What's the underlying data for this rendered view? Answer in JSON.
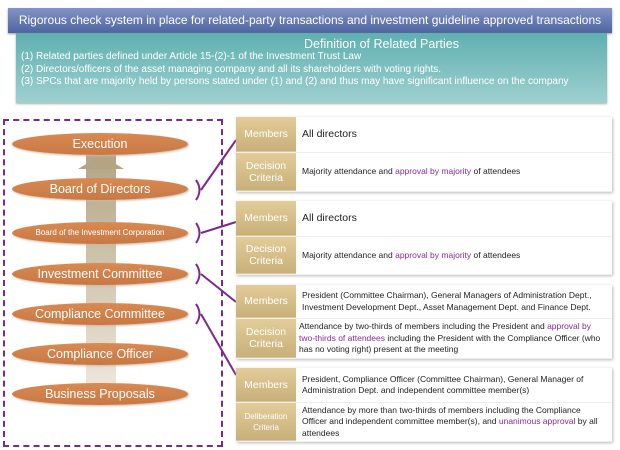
{
  "header": {
    "title": "Rigorous check system in place for related-party transactions and investment guideline approved transactions"
  },
  "definition": {
    "title": "Definition of Related Parties",
    "items": [
      "(1)  Related parties defined under Article 15-(2)-1 of the Investment Trust Law",
      "(2)  Directors/officers of the asset managing company and all its shareholders with voting rights.",
      "(3)  SPCs that are majority held by persons stated under (1) and (2) and thus may have significant influence on the company"
    ]
  },
  "flow": [
    "Execution",
    "Board of Directors",
    "Board of the Investment Corporation",
    "Investment Committee",
    "Compliance Committee",
    "Compliance Officer",
    "Business Proposals"
  ],
  "panels": [
    {
      "members_label": "Members",
      "members": "All directors",
      "criteria_label": "Decision Criteria",
      "criteria": [
        "Majority attendance and ",
        "approval by majority",
        " of attendees"
      ]
    },
    {
      "members_label": "Members",
      "members": "All directors",
      "criteria_label": "Decision Criteria",
      "criteria": [
        "Majority attendance and ",
        "approval by majority",
        " of attendees"
      ]
    },
    {
      "members_label": "Members",
      "members": "President (Committee Chairman), General Managers of Administration Dept., Investment Development Dept.,  Asset Management Dept. and Finance Dept.",
      "criteria_label": "Decision Criteria",
      "criteria": [
        "Attendance by two-thirds of members including the President and ",
        "approval by two-thirds of attendees",
        " including the President with the Compliance Officer (who has no voting right) present at the meeting"
      ]
    },
    {
      "members_label": "Members",
      "members": "President, Compliance Officer (Committee Chairman), General Manager of Administration Dept. and independent committee member(s)",
      "criteria_label": "Deliberation Criteria",
      "criteria": [
        "Attendance by more than two-thirds of members including the Compliance Officer and independent committee member(s), and ",
        "unanimous approval",
        " by all attendees"
      ]
    }
  ],
  "colors": {
    "accent": "#8a2a9a",
    "ellipse": "#d0804a",
    "header": "#5a6ea8",
    "definition": "#7cc0c0",
    "label": "#d6bf8a"
  }
}
